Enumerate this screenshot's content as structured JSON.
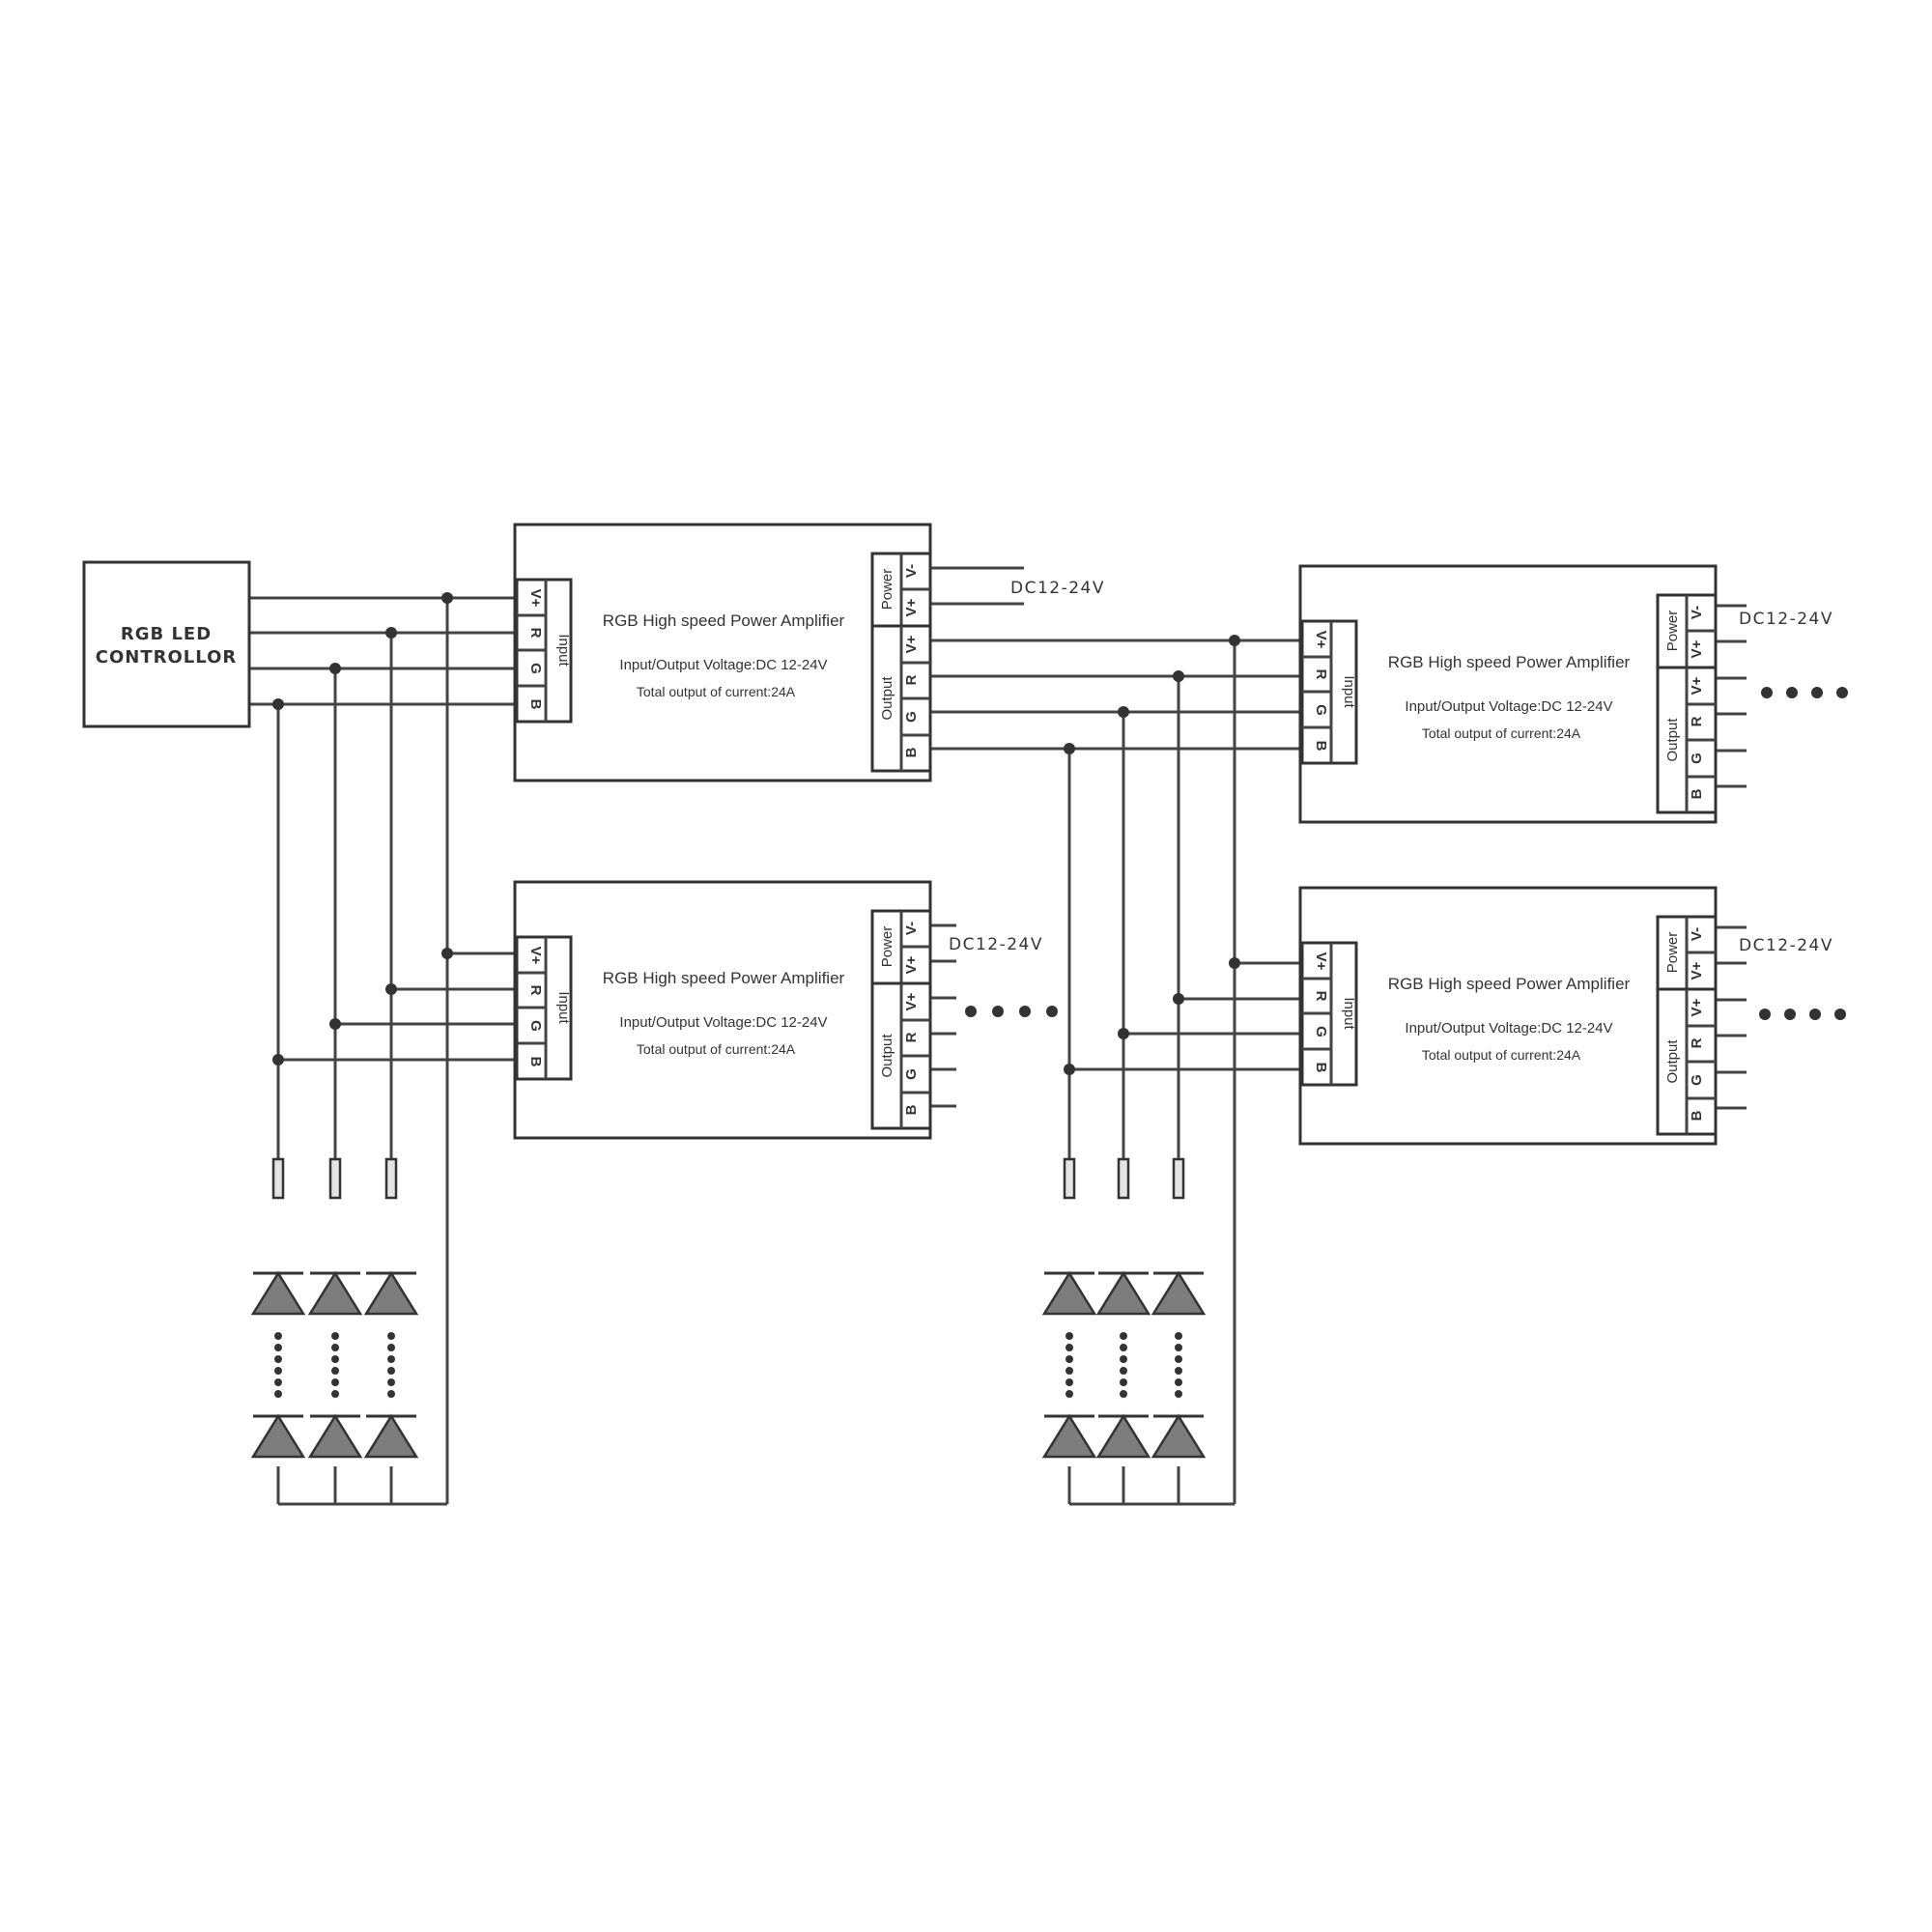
{
  "controller": {
    "line1": "RGB LED",
    "line2": "CONTROLLOR"
  },
  "amplifier": {
    "title": "RGB High speed Power Amplifier",
    "voltage": "Input/Output Voltage:DC 12-24V",
    "current": "Total output of current:24A",
    "input_label": "Input",
    "output_label": "Output",
    "power_label": "Power",
    "pins": {
      "vplus": "V+",
      "vminus": "V-",
      "r": "R",
      "g": "G",
      "b": "B"
    }
  },
  "power_supply_label": "DC12-24V",
  "colors": {
    "line": "#333333",
    "led_fill": "#7d7d7d",
    "background": "#ffffff"
  }
}
